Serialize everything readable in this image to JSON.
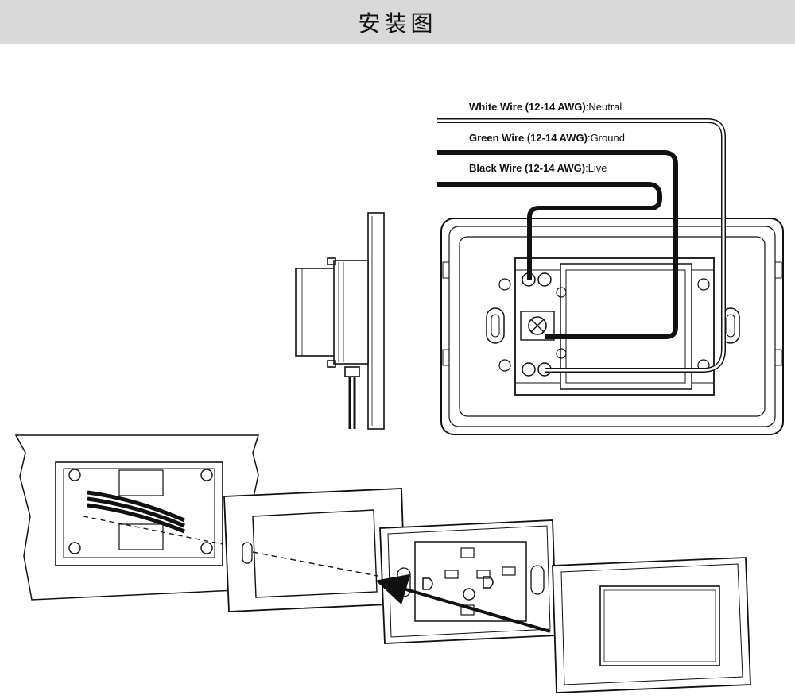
{
  "header": {
    "title": "安装图"
  },
  "labels": {
    "white_wire": {
      "name": "White Wire (12-14 AWG)",
      "role": ":Neutral"
    },
    "green_wire": {
      "name": "Green Wire (12-14 AWG)",
      "role": ":Ground"
    },
    "black_wire": {
      "name": "Black Wire (12-14 AWG)",
      "role": ":Live"
    }
  },
  "colors": {
    "background": "#ffffff",
    "title_bar": "#d9d9d9",
    "ink": "#111111"
  }
}
